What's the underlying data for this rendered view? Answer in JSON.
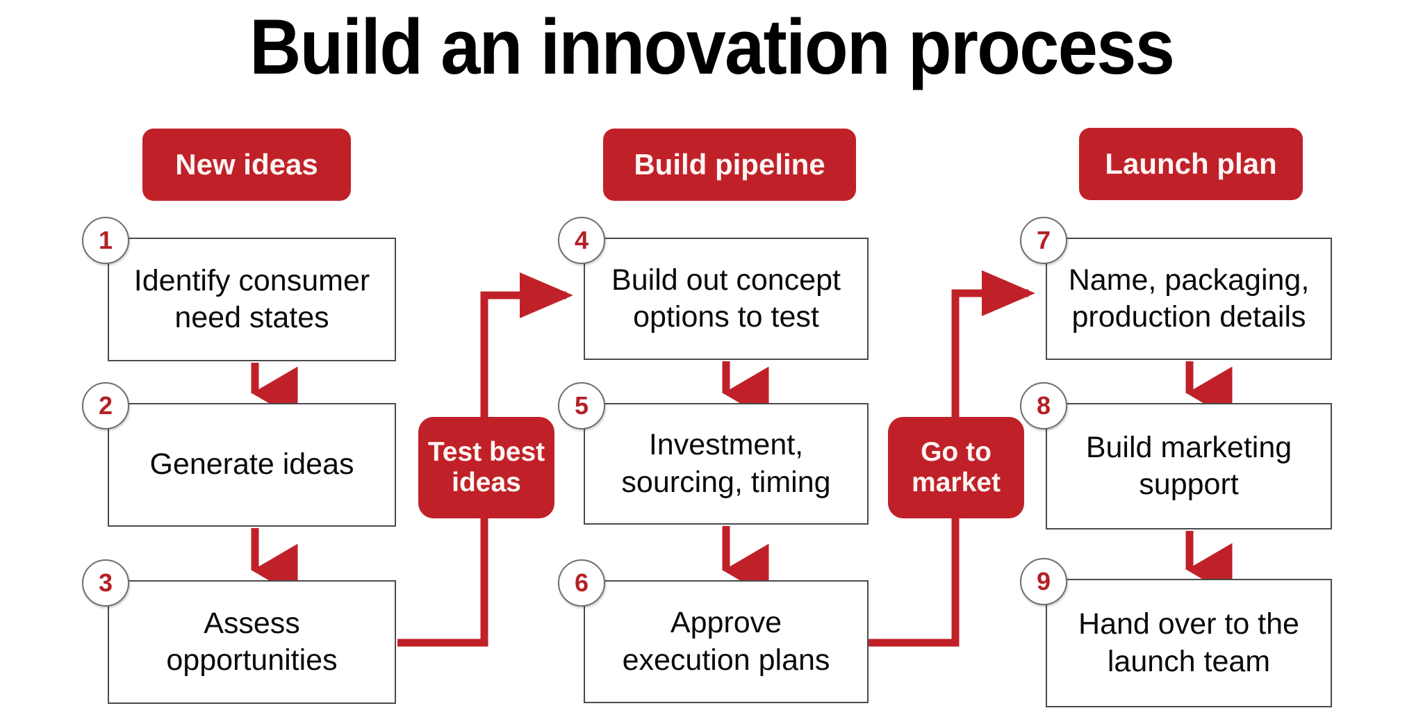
{
  "page": {
    "title": "Build an innovation process",
    "background": "#ffffff"
  },
  "colors": {
    "brand_red": "#C02128",
    "number_red": "#B32026",
    "box_border": "#4a4a4a",
    "text": "#0a0a0a",
    "pill_text": "#fdf6f5"
  },
  "phases": [
    {
      "id": "new-ideas",
      "label": "New ideas"
    },
    {
      "id": "build-pipeline",
      "label": "Build pipeline"
    },
    {
      "id": "launch-plan",
      "label": "Launch plan"
    }
  ],
  "connector_labels": [
    {
      "id": "test-best-ideas",
      "label": "Test best\nideas"
    },
    {
      "id": "go-to-market",
      "label": "Go to\nmarket"
    }
  ],
  "steps": [
    {
      "number": "1",
      "text": "Identify consumer\nneed states",
      "phase": "new-ideas"
    },
    {
      "number": "2",
      "text": "Generate ideas",
      "phase": "new-ideas"
    },
    {
      "number": "3",
      "text": "Assess\nopportunities",
      "phase": "new-ideas"
    },
    {
      "number": "4",
      "text": "Build out concept\noptions to test",
      "phase": "build-pipeline"
    },
    {
      "number": "5",
      "text": "Investment,\nsourcing, timing",
      "phase": "build-pipeline"
    },
    {
      "number": "6",
      "text": "Approve\nexecution plans",
      "phase": "build-pipeline"
    },
    {
      "number": "7",
      "text": "Name, packaging,\nproduction details",
      "phase": "launch-plan"
    },
    {
      "number": "8",
      "text": "Build marketing\nsupport",
      "phase": "launch-plan"
    },
    {
      "number": "9",
      "text": "Hand over to the\nlaunch team",
      "phase": "launch-plan"
    }
  ],
  "flow": {
    "vertical_arrows": [
      "1 to 2",
      "2 to 3",
      "4 to 5",
      "5 to 6",
      "7 to 8",
      "8 to 9"
    ],
    "elbow_arrows": [
      "3 to 4 via Test best ideas",
      "6 to 7 via Go to market"
    ]
  }
}
